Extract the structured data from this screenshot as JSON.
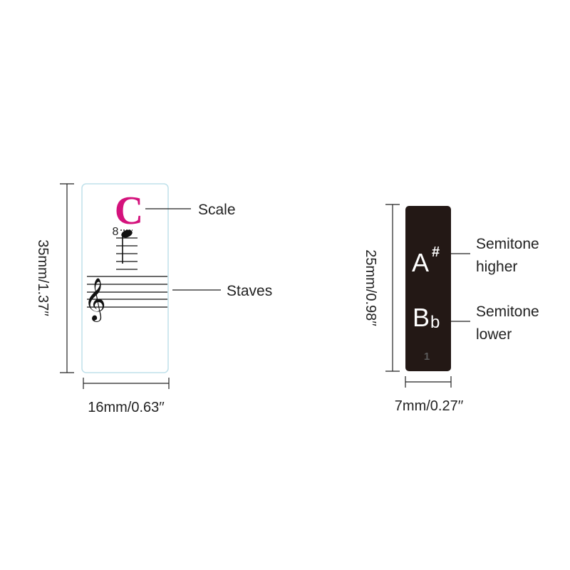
{
  "white_sticker": {
    "note_letter": "C",
    "octave_mark": "8",
    "height_label": "35mm/1.37′′",
    "width_label": "16mm/0.63′′",
    "callout_scale": "Scale",
    "callout_staves": "Staves",
    "clef_symbol": "𝄞"
  },
  "black_sticker": {
    "sharp_letter": "A",
    "sharp_sign": "#",
    "flat_letter": "B",
    "flat_sign": "b",
    "key_number": "1",
    "height_label": "25mm/0.98′′",
    "width_label": "7mm/0.27′′",
    "callout_higher_line1": "Semitone",
    "callout_higher_line2": "higher",
    "callout_lower_line1": "Semitone",
    "callout_lower_line2": "lower"
  },
  "colors": {
    "note_accent": "#d4127c",
    "black_key": "#231815",
    "sticker_border": "#bfe0ea",
    "ink": "#222222"
  }
}
